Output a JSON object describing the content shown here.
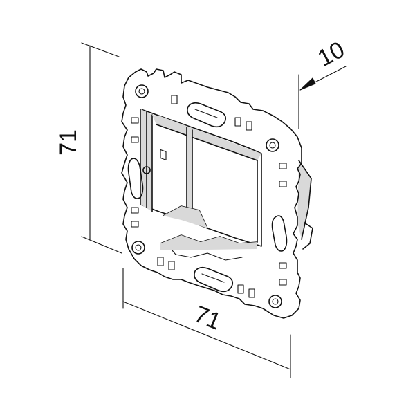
{
  "dimensions": {
    "height_label": "71",
    "width_label": "71",
    "depth_label": "10"
  },
  "colors": {
    "line": "#111111",
    "shade": "#d9d9d9",
    "background": "#ffffff"
  }
}
